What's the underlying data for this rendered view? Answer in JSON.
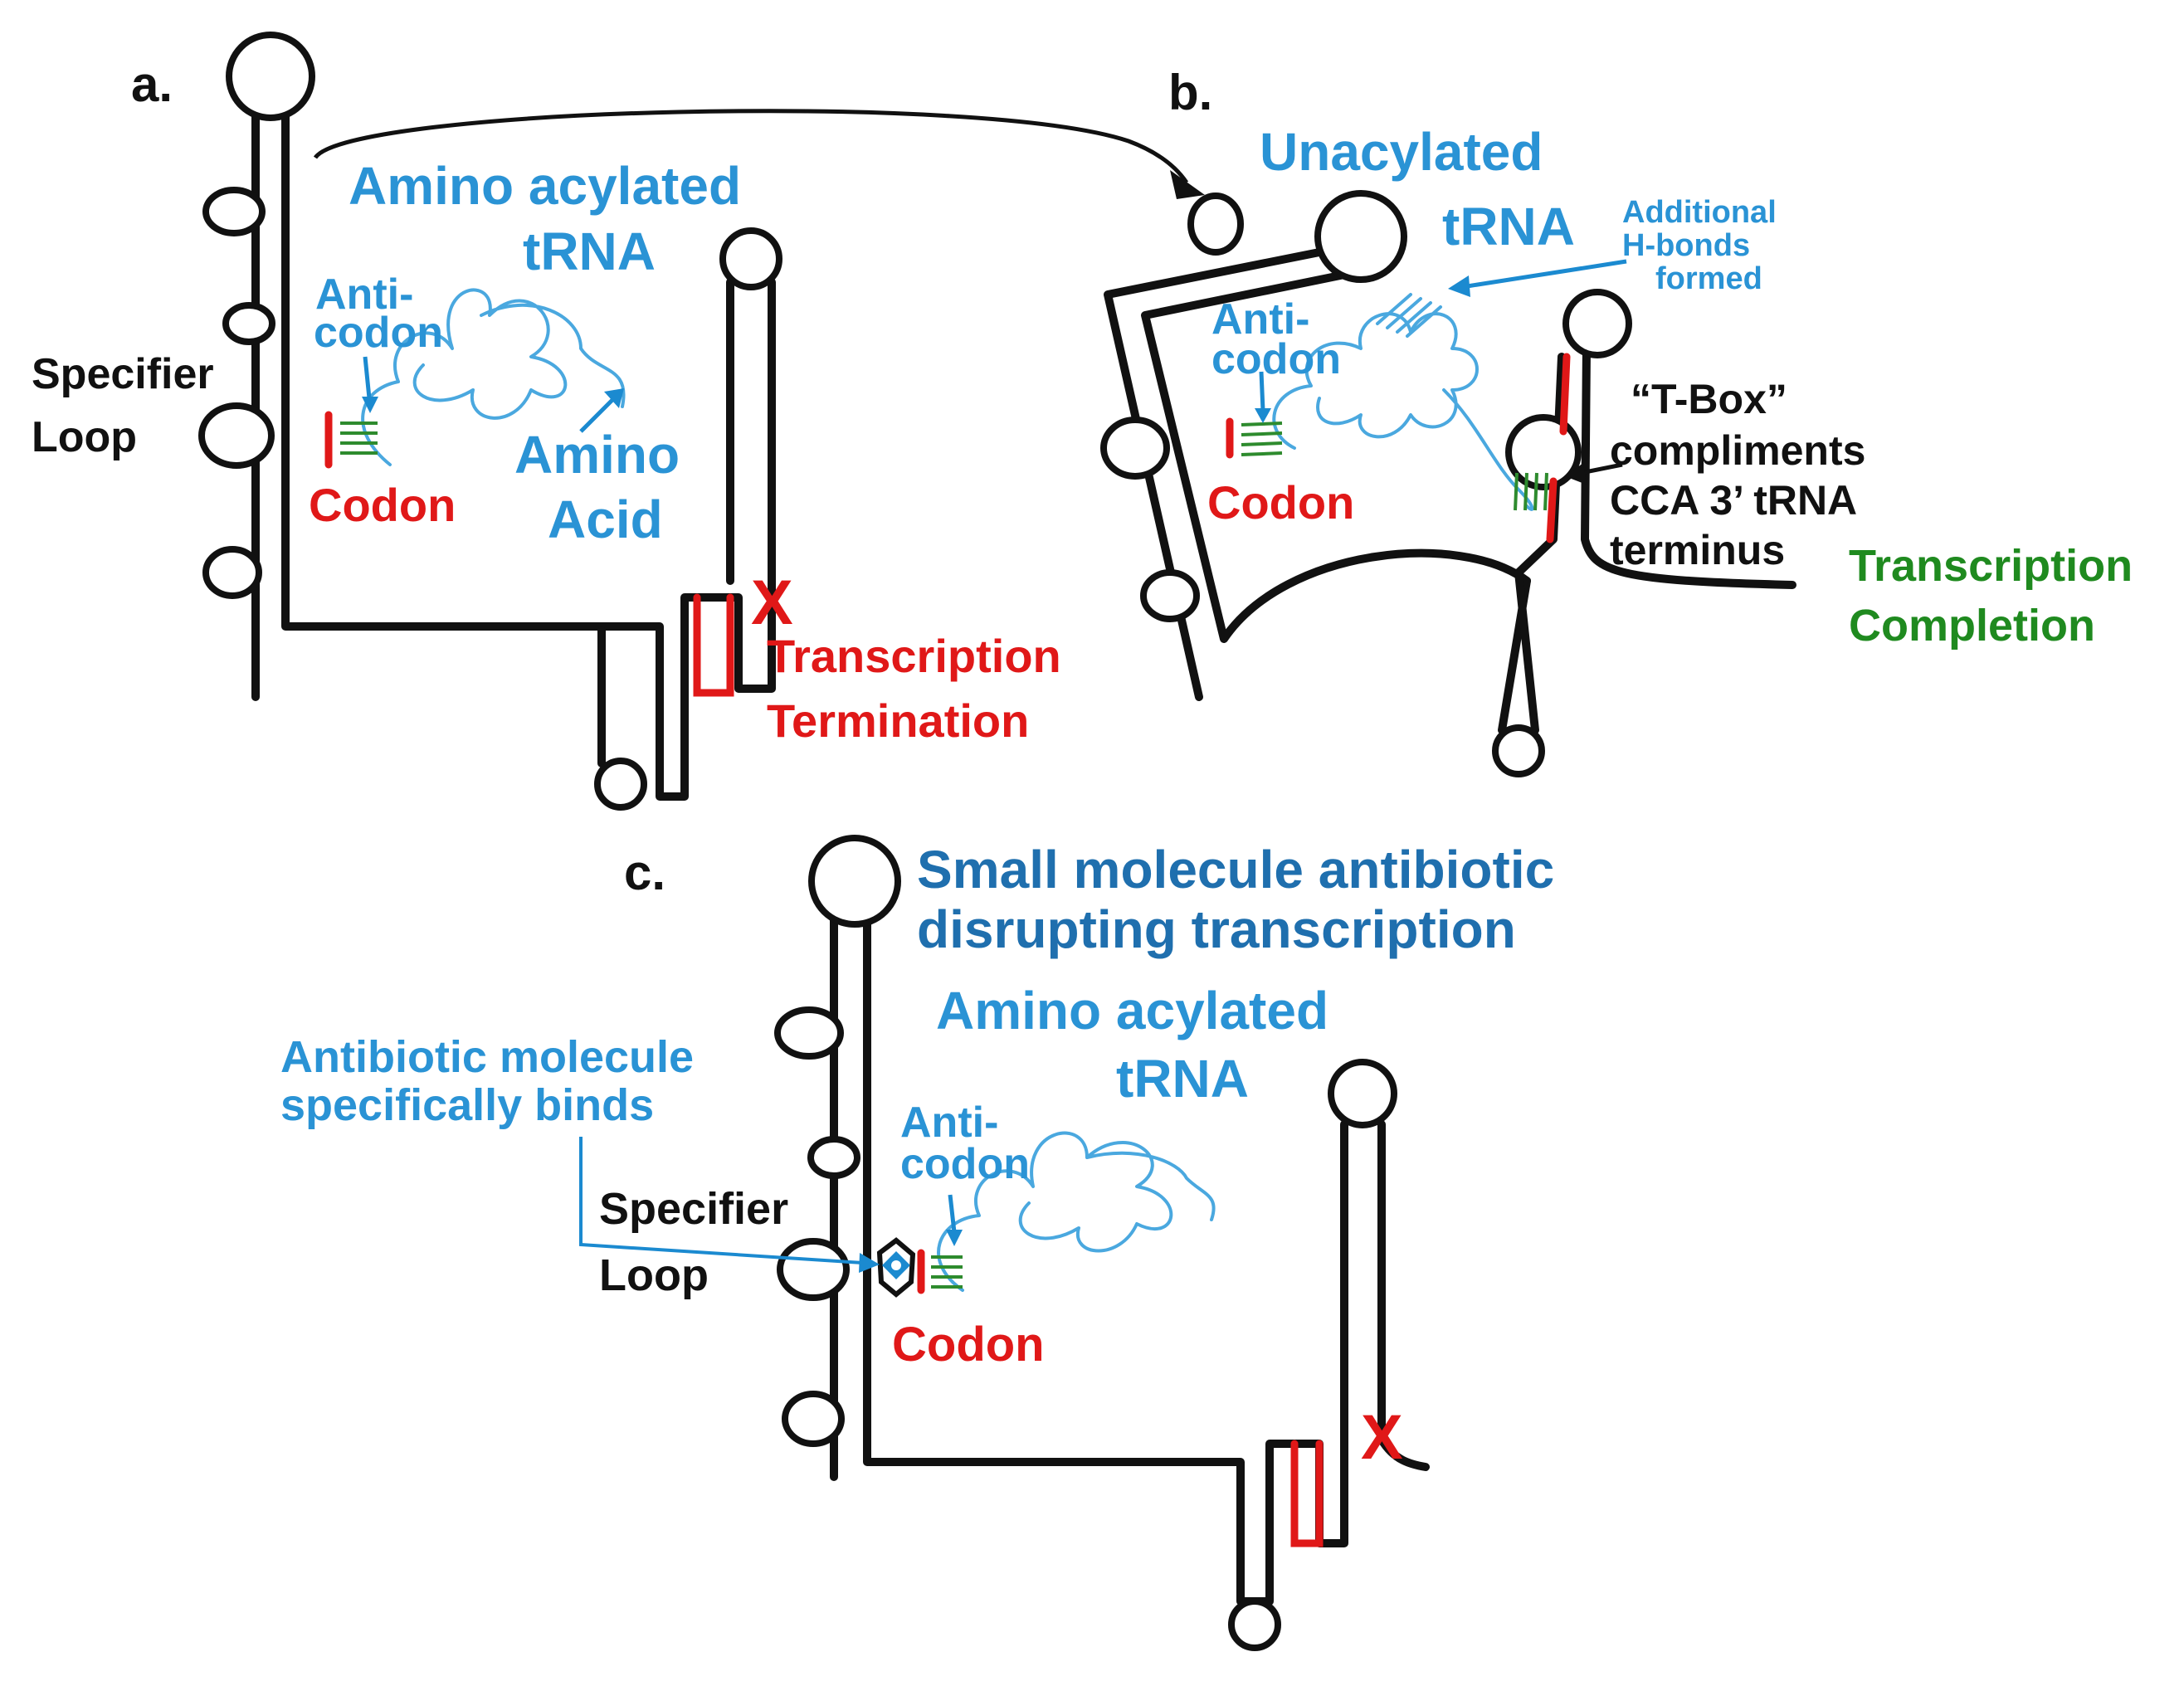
{
  "panel_a": {
    "letter": "a.",
    "trna_title_1": "Amino acylated",
    "trna_title_2": "tRNA",
    "anticodon_1": "Anti-",
    "anticodon_2": "codon",
    "specifier_1": "Specifier",
    "specifier_2": "Loop",
    "codon": "Codon",
    "amino_1": "Amino",
    "amino_2": "Acid",
    "x_mark": "X",
    "outcome_1": "Transcription",
    "outcome_2": "Termination"
  },
  "panel_b": {
    "letter": "b.",
    "trna_title_1": "Unacylated",
    "trna_title_2": "tRNA",
    "hbond_1": "Additional",
    "hbond_2": "H-bonds",
    "hbond_3": "formed",
    "anticodon_1": "Anti-",
    "anticodon_2": "codon",
    "codon": "Codon",
    "tbox_1": "“T-Box”",
    "tbox_2": "compliments",
    "tbox_3": "CCA 3’ tRNA",
    "tbox_4": "terminus",
    "outcome_1": "Transcription",
    "outcome_2": "Completion"
  },
  "panel_c": {
    "letter": "c.",
    "heading_1": "Small molecule antibiotic",
    "heading_2": "disrupting transcription",
    "trna_title_1": "Amino acylated",
    "trna_title_2": "tRNA",
    "antibiotic_1": "Antibiotic molecule",
    "antibiotic_2": "specifically binds",
    "specifier_1": "Specifier",
    "specifier_2": "Loop",
    "anticodon_1": "Anti-",
    "anticodon_2": "codon",
    "codon": "Codon",
    "x_mark": "X"
  },
  "colors": {
    "strand": "#111111",
    "trna": "#4aa8df",
    "label_blue": "#2a93d5",
    "codon_red": "#e01818",
    "pairing_green": "#2e8b2e",
    "completion_green": "#1f8a1f"
  }
}
